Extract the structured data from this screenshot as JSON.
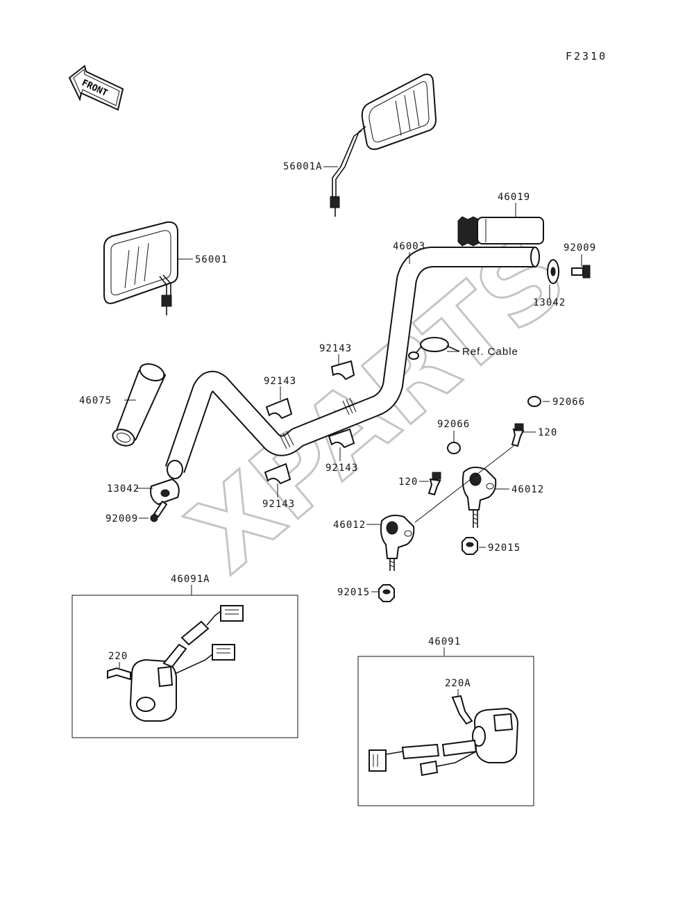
{
  "diagram": {
    "code": "F2310",
    "front_label": "FRONT",
    "watermark": "XPARTS",
    "labels": {
      "mirror_right": "56001A",
      "mirror_left": "56001",
      "grip_throttle": "46019",
      "handlebar": "46003",
      "bolt_bar_end_right": "92009",
      "weight_right": "13042",
      "ref_cable": "Ref. Cable",
      "damper_upper": "92143",
      "damper_mid": "92143",
      "damper_lower_mid": "92143",
      "damper_lower": "92143",
      "grip_left": "46075",
      "weight_left": "13042",
      "bolt_bar_end_left": "92009",
      "cap_upper": "92066",
      "cap_lower": "92066",
      "bolt_holder_right": "120",
      "bolt_holder_left": "120",
      "holder_right": "46012",
      "holder_left": "46012",
      "nut_right": "92015",
      "nut_left": "92015",
      "switch_left": "46091A",
      "screw_left": "220",
      "switch_right": "46091",
      "screw_right": "220A"
    }
  }
}
